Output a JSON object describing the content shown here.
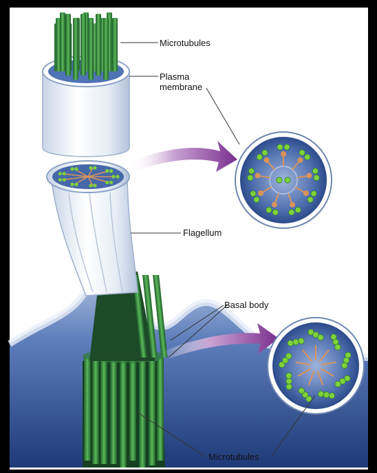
{
  "labels": {
    "microtubules_top": "Microtubules",
    "plasma_membrane_line1": "Plasma",
    "plasma_membrane_line2": "membrane",
    "flagellum": "Flagellum",
    "basal_body": "Basal body",
    "microtubules_bottom": "Microtubules"
  },
  "colors": {
    "background": "#000000",
    "panel": "#ffffff",
    "microtubule": "#2f8a3a",
    "microtubule_dot": "#7fd13b",
    "cross_section": "#3f5f9e",
    "spoke": "#d9935a",
    "membrane": "#dfe8f3",
    "cell_body": "#2c4f8f",
    "arrow": "#8a3d9a"
  },
  "layout": {
    "axoneme_pattern": "9+2",
    "basal_body_pattern": "9x3"
  }
}
